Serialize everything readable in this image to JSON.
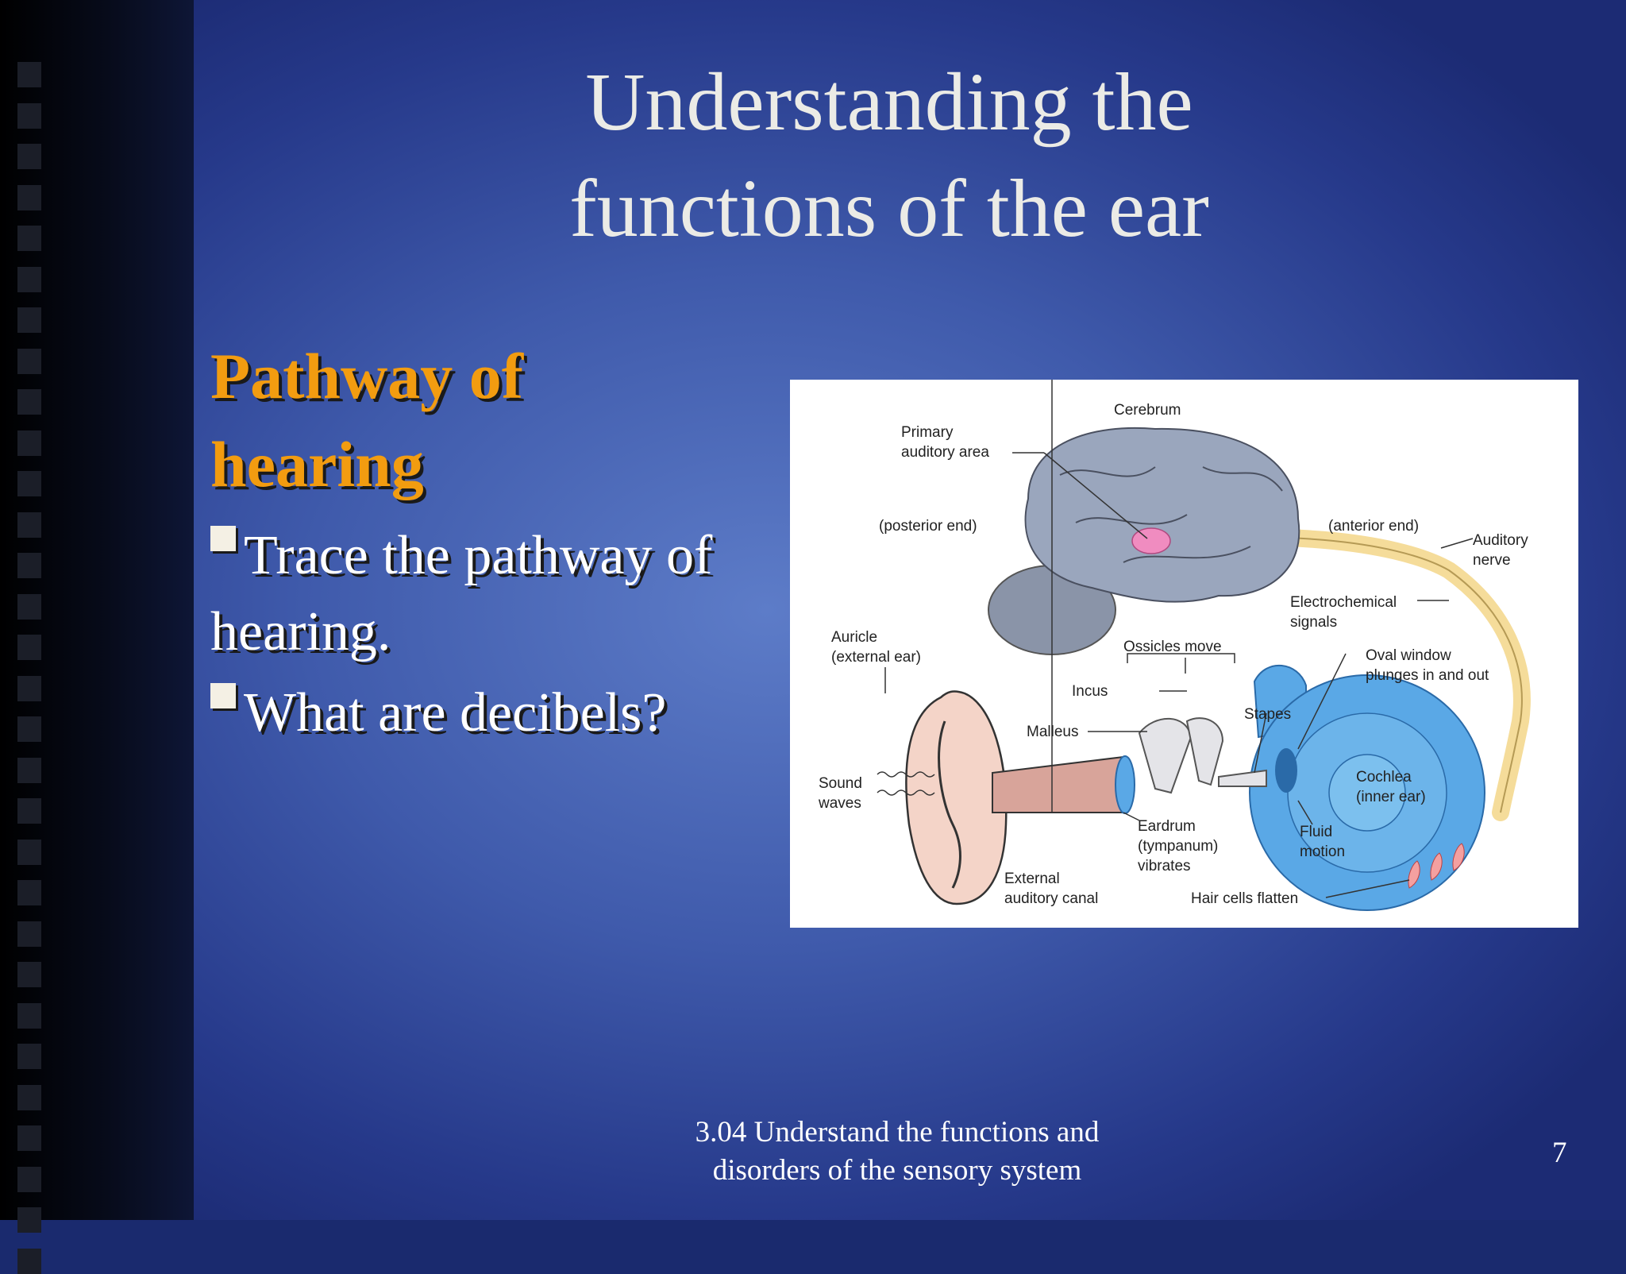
{
  "slide": {
    "title_line1": "Understanding the",
    "title_line2": "functions of the ear",
    "subheading": "Pathway of hearing",
    "bullets": [
      {
        "text": "Trace the pathway of hearing."
      },
      {
        "text": "What are decibels?"
      }
    ],
    "footer_line1": "3.04 Understand the functions and",
    "footer_line2": "disorders of the sensory system",
    "page_number": "7"
  },
  "figure": {
    "labels": {
      "cerebrum": "Cerebrum",
      "primary_auditory_1": "Primary",
      "primary_auditory_2": "auditory area",
      "posterior_end": "(posterior end)",
      "anterior_end": "(anterior end)",
      "auditory_nerve_1": "Auditory",
      "auditory_nerve_2": "nerve",
      "electrochemical_1": "Electrochemical",
      "electrochemical_2": "signals",
      "auricle_1": "Auricle",
      "auricle_2": "(external ear)",
      "ossicles_move": "Ossicles move",
      "oval_window_1": "Oval window",
      "oval_window_2": "plunges in and out",
      "incus": "Incus",
      "stapes": "Stapes",
      "malleus": "Malleus",
      "cochlea_1": "Cochlea",
      "cochlea_2": "(inner ear)",
      "sound_waves_1": "Sound",
      "sound_waves_2": "waves",
      "eardrum_1": "Eardrum",
      "eardrum_2": "(tympanum)",
      "eardrum_3": "vibrates",
      "fluid_motion_1": "Fluid",
      "fluid_motion_2": "motion",
      "external_canal_1": "External",
      "external_canal_2": "auditory canal",
      "hair_cells": "Hair cells flatten"
    },
    "colors": {
      "brain": "#9aa6bd",
      "auditory_area": "#f08cc0",
      "nerve": "#f5dc9a",
      "ear": "#f4d4c8",
      "canal": "#d8a49a",
      "cochlea": "#5aa8e6",
      "ossicles": "#e4e4e8"
    }
  }
}
